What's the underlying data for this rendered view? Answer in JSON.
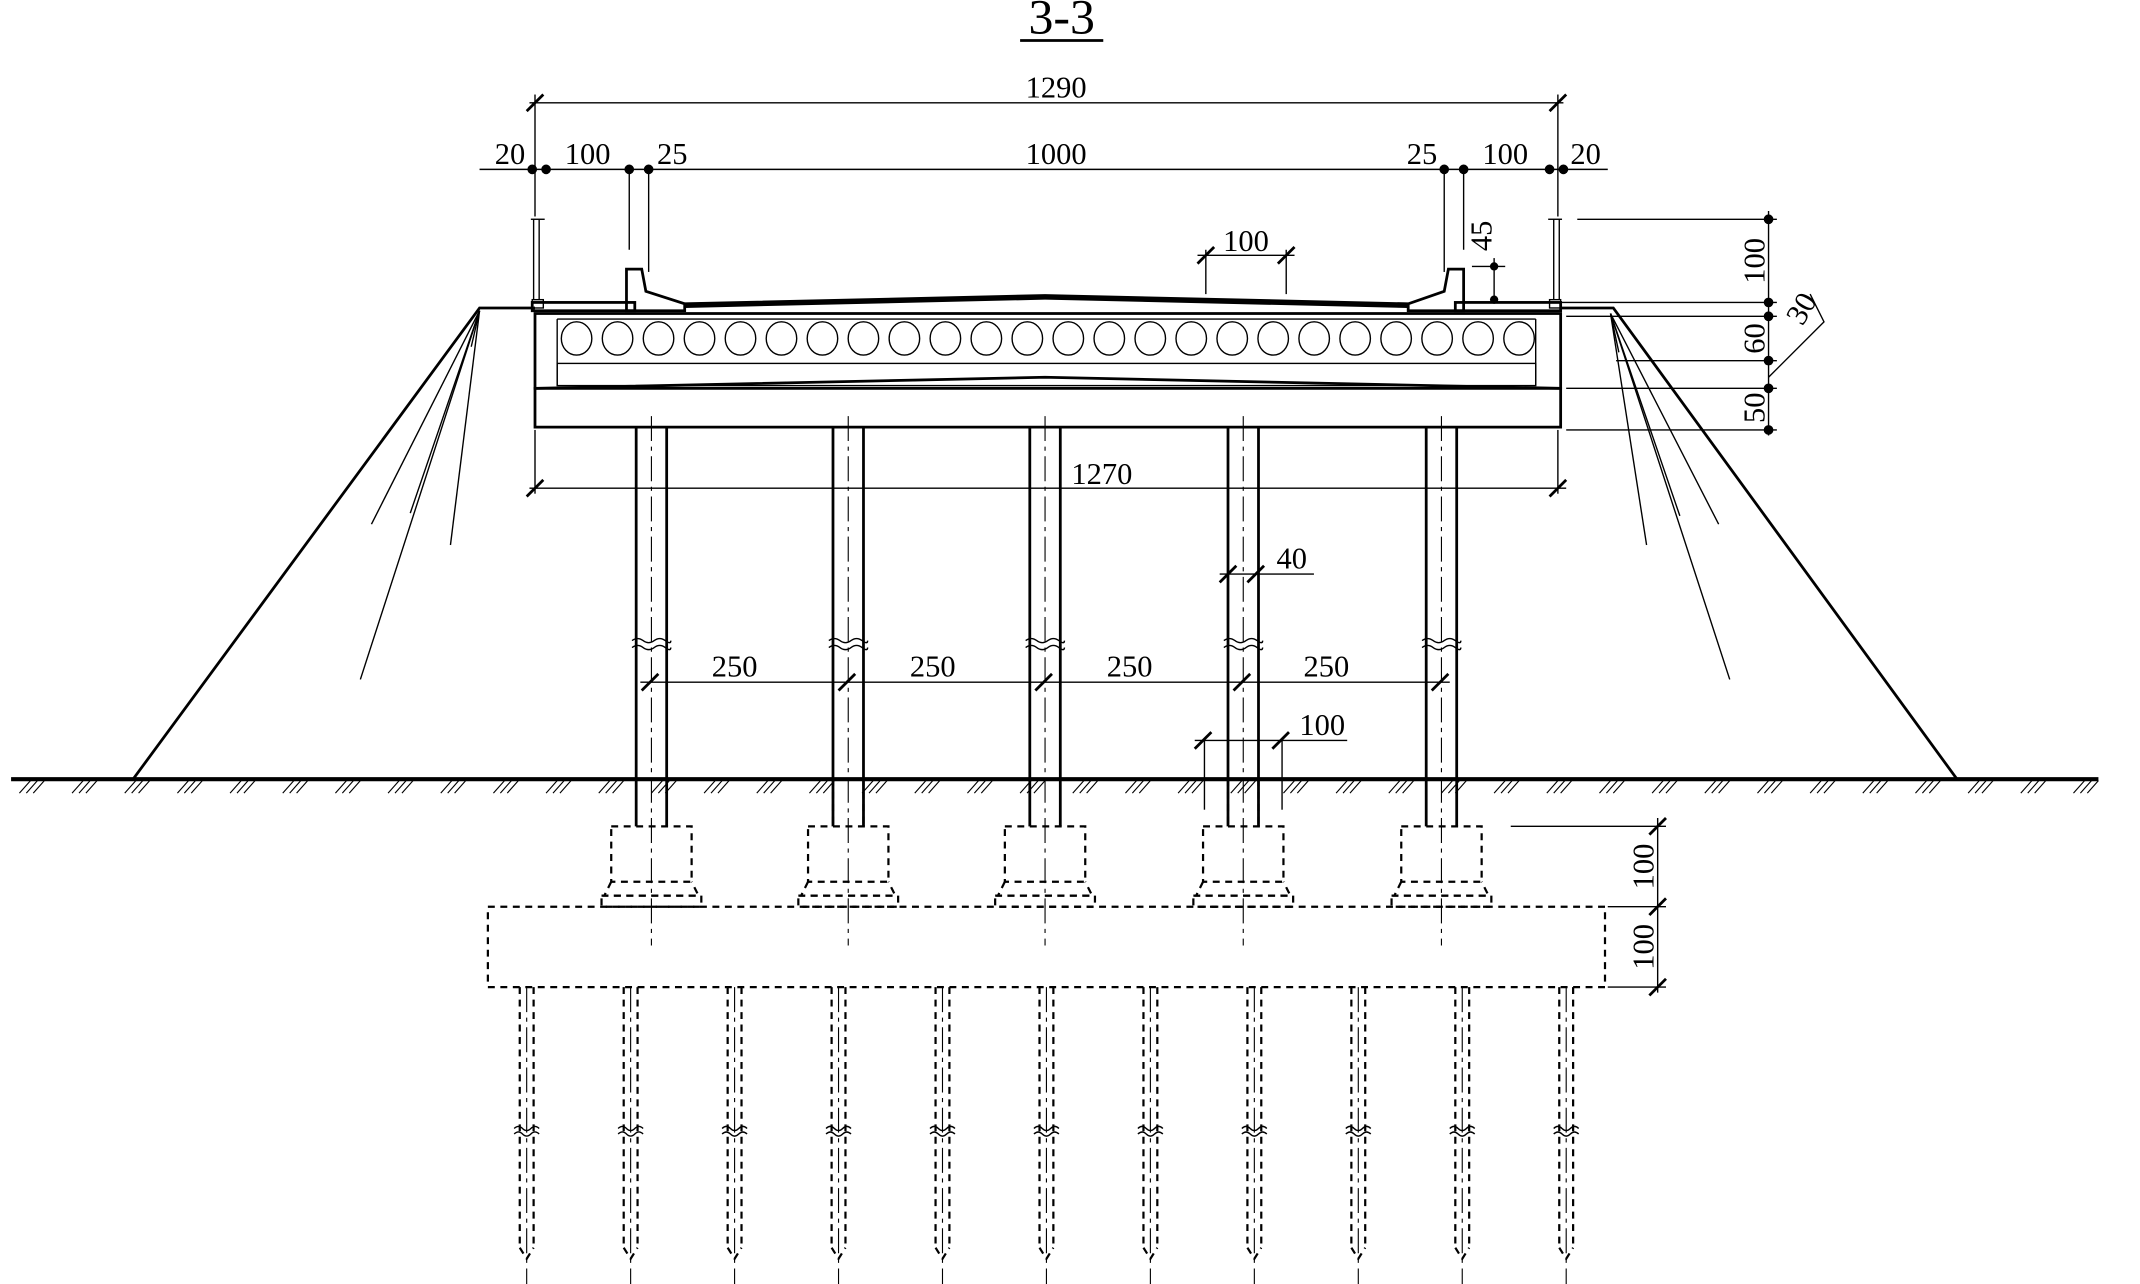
{
  "title": "3-3",
  "dimensions": {
    "overall_width": "1290",
    "top_left_edge": "20",
    "top_left_walkway": "100",
    "top_left_barrier": "25",
    "carriageway": "1000",
    "top_right_barrier": "25",
    "top_right_walkway": "100",
    "top_right_edge": "20",
    "crown_offset": "100",
    "barrier_height": "45",
    "railing_height": "100",
    "cover_thickness": "30",
    "slab_thickness": "60",
    "cap_beam_height": "50",
    "cap_beam_width": "1270",
    "column_diameter": "40",
    "column_spacing": [
      "250",
      "250",
      "250",
      "250"
    ],
    "column_base_width": "100",
    "pedestal_height": "100",
    "footing_height": "100"
  },
  "structure": {
    "columns": 5,
    "piles": 11,
    "hollow_cores": 24
  }
}
